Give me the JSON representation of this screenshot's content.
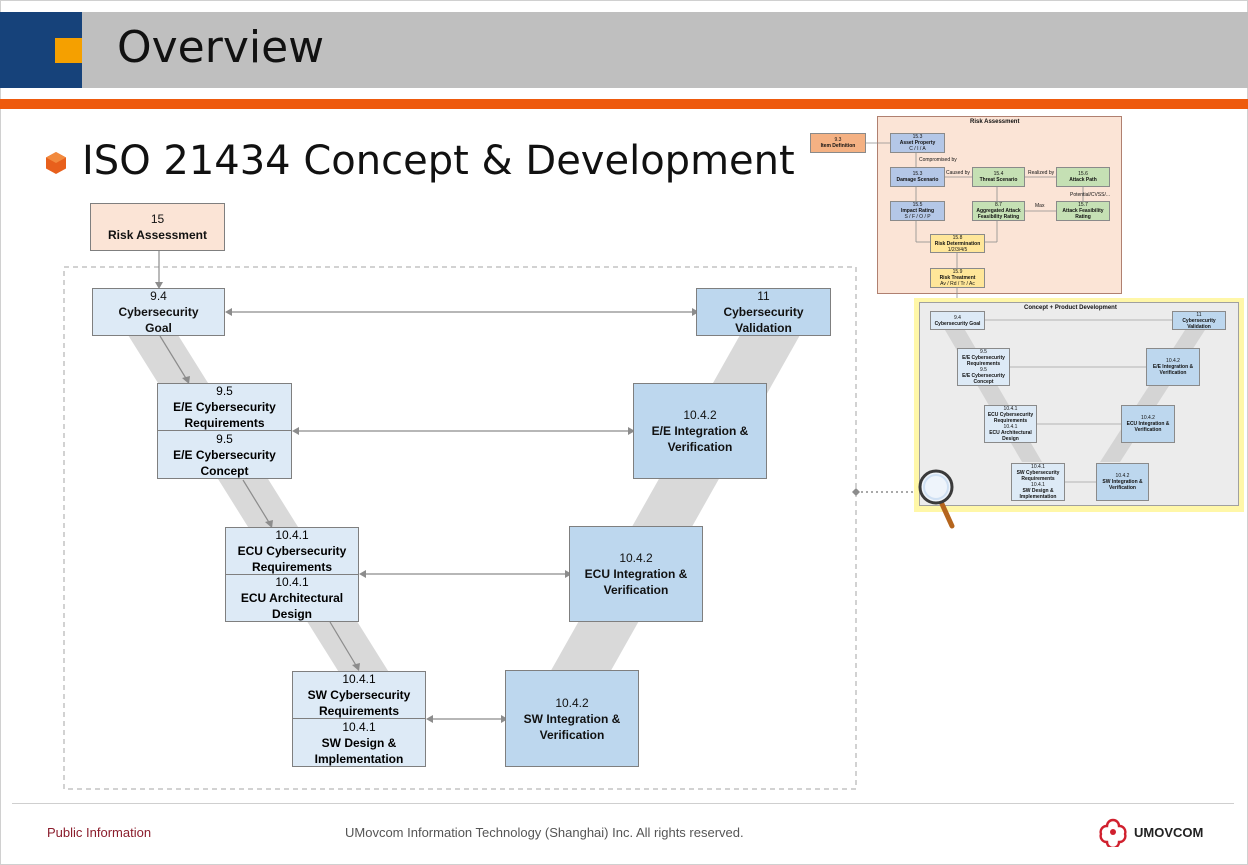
{
  "header": {
    "title": "Overview"
  },
  "subtitle": "ISO 21434 Concept & Development",
  "colors": {
    "brand_blue": "#16427a",
    "accent_orange": "#ee5a0d",
    "header_gray": "#bfbfbf",
    "box_light": "#ddeaf6",
    "box_dark": "#bdd7ee",
    "risk_fill": "#fbe4d6"
  },
  "diagram": {
    "risk": {
      "num": "15",
      "label": "Risk Assessment"
    },
    "goal": {
      "num": "9.4",
      "label": "Cybersecurity Goal"
    },
    "validation": {
      "num": "11",
      "label": "Cybersecurity Validation"
    },
    "ee_req": {
      "num": "9.5",
      "label": "E/E Cybersecurity Requirements"
    },
    "ee_concept": {
      "num": "9.5",
      "label": "E/E Cybersecurity Concept"
    },
    "ee_int": {
      "num": "10.4.2",
      "label": "E/E Integration & Verification"
    },
    "ecu_req": {
      "num": "10.4.1",
      "label": "ECU Cybersecurity Requirements"
    },
    "ecu_arch": {
      "num": "10.4.1",
      "label": "ECU Architectural Design"
    },
    "ecu_int": {
      "num": "10.4.2",
      "label": "ECU Integration & Verification"
    },
    "sw_req": {
      "num": "10.4.1",
      "label": "SW Cybersecurity Requirements"
    },
    "sw_design": {
      "num": "10.4.1",
      "label": "SW Design & Implementation"
    },
    "sw_int": {
      "num": "10.4.2",
      "label": "SW Integration & Verification"
    }
  },
  "risk_panel": {
    "title": "Risk Assessment",
    "item_def": {
      "num": "9.3",
      "label": "Item Definition"
    },
    "asset": {
      "num": "15.3",
      "label": "Asset Property",
      "sub": "C / I / A"
    },
    "damage": {
      "num": "15.3",
      "label": "Damage Scenario"
    },
    "threat": {
      "num": "15.4",
      "label": "Threat Scenario"
    },
    "attack_path": {
      "num": "15.6",
      "label": "Attack Path"
    },
    "impact": {
      "num": "15.5",
      "label": "Impact Rating",
      "sub": "S / F / O / P"
    },
    "agg": {
      "num": "8.7",
      "label": "Aggregated Attack Feasibility Rating"
    },
    "feas": {
      "num": "15.7",
      "label": "Attack Feasibility Rating"
    },
    "determination": {
      "num": "15.8",
      "label": "Risk Determination",
      "sub": "1/2/3/4/5"
    },
    "treatment": {
      "num": "15.9",
      "label": "Risk Treatment",
      "sub": "Av / Rd / Tr / Ac"
    },
    "edge_compromised": "Compromised by",
    "edge_caused": "Caused by",
    "edge_realized": "Realized by",
    "edge_max": "Max",
    "edge_potential": "Potential/CVSS/..."
  },
  "concept_panel": {
    "title": "Concept + Product Development",
    "goal": {
      "num": "9.4",
      "label": "Cybersecurity Goal"
    },
    "validation": {
      "num": "11",
      "label": "Cybersecurity Validation"
    },
    "ee_req": {
      "num": "9.5",
      "label": "E/E Cybersecurity Requirements"
    },
    "ee_concept": {
      "num": "9.5",
      "label": "E/E Cybersecurity Concept"
    },
    "ee_int": {
      "num": "10.4.2",
      "label": "E/E Integration & Verification"
    },
    "ecu_req": {
      "num": "10.4.1",
      "label": "ECU Cybersecurity Requirements"
    },
    "ecu_arch": {
      "num": "10.4.1",
      "label": "ECU Architectural Design"
    },
    "ecu_int": {
      "num": "10.4.2",
      "label": "ECU Integration & Verification"
    },
    "sw_req": {
      "num": "10.4.1",
      "label": "SW Cybersecurity Requirements"
    },
    "sw_design": {
      "num": "10.4.1",
      "label": "SW Design & Implementation"
    },
    "sw_int": {
      "num": "10.4.2",
      "label": "SW Integration & Verification"
    }
  },
  "icons": {
    "magnifier": "magnifier-icon",
    "bullet": "hexagon-bullet-icon",
    "logo": "umovcom-logo-icon"
  },
  "footer": {
    "left": "Public Information",
    "center": "UMovcom Information Technology (Shanghai) Inc. All rights reserved.",
    "logo_text": "UMOVCOM"
  }
}
